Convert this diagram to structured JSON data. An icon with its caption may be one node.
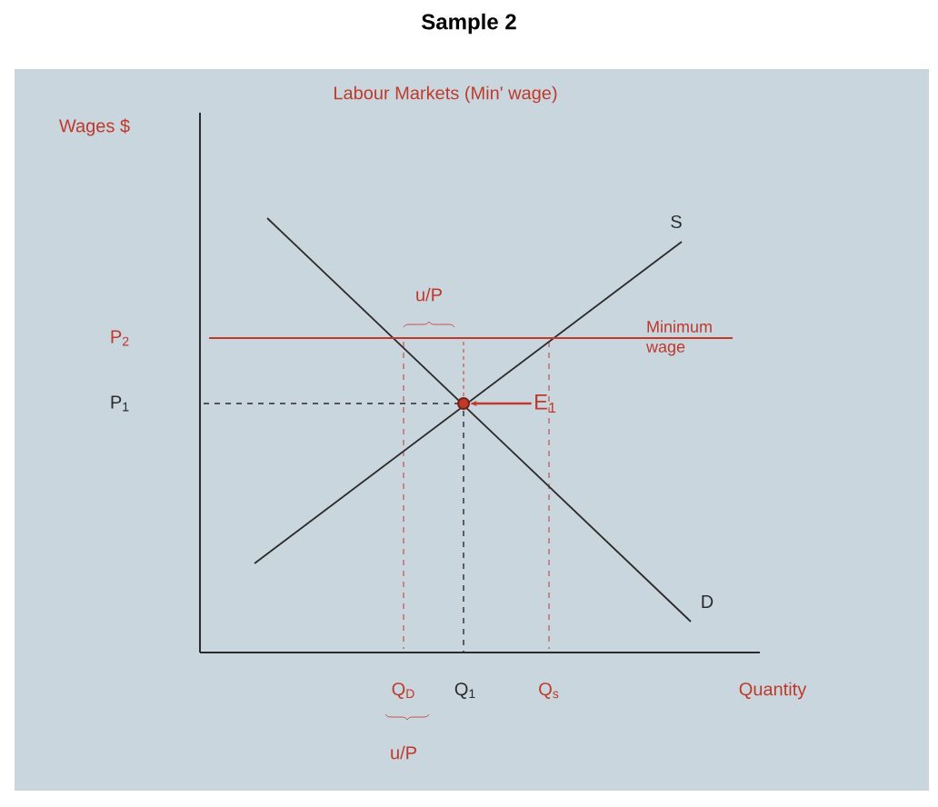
{
  "diagram": {
    "title": "Sample 2",
    "nodes": [
      {
        "text": [
          "E$_{1}$"
        ]
      },
      {
        "text": [],
        "shape": "circle"
      }
    ],
    "edges": [
      {
        "from": 0,
        "to": 1,
        "arrow": "to",
        "color": "#c0392b"
      }
    ],
    "labels": [
      "Labour Markets (Min' wage)",
      "Wages $",
      "S",
      "u/P",
      "P$_{2}$",
      "Minimum wage",
      "P$_{1}$",
      "D",
      "Q$_{D}$",
      "Q$_{1}$",
      "Q$_{s}$",
      "Quantity",
      "u/P"
    ]
  }
}
